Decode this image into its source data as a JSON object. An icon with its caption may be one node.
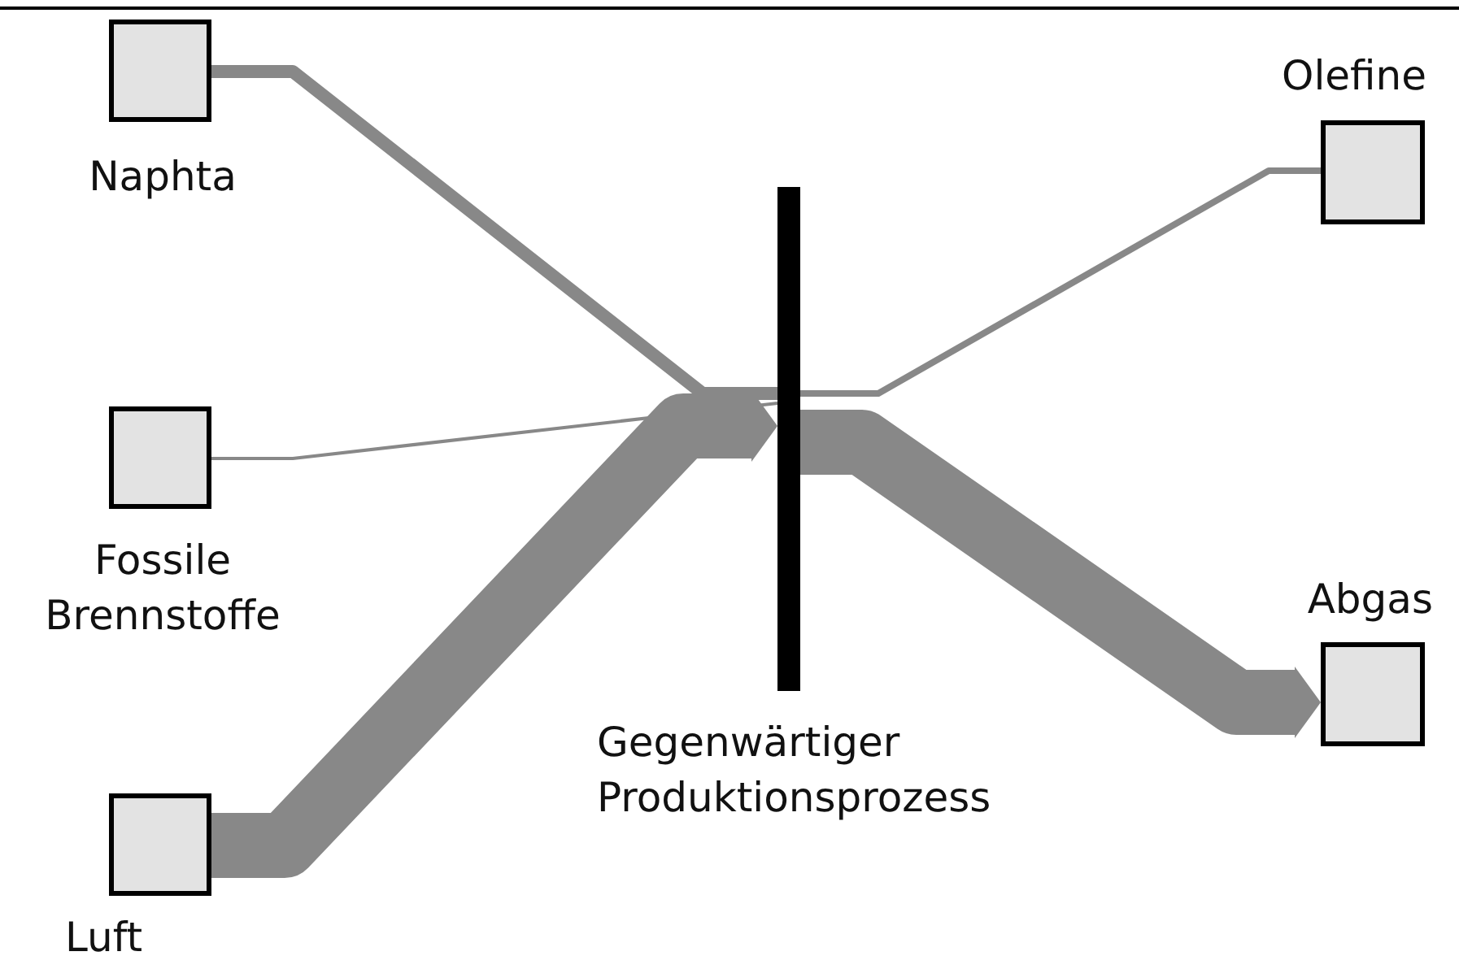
{
  "diagram": {
    "nodes": [
      {
        "text": [
          "Naphta"
        ]
      },
      {
        "text": [
          "Fossile Brennstoffe"
        ]
      },
      {
        "text": [
          "Luft"
        ]
      },
      {
        "text": [
          "Gegenwärtiger Produktionsprozess"
        ]
      },
      {
        "text": [
          "Olefine"
        ]
      },
      {
        "text": [
          "Abgas"
        ]
      }
    ],
    "edges": [
      {
        "from": 0,
        "to": 3,
        "arrow": "none"
      },
      {
        "from": 1,
        "to": 3,
        "arrow": "none"
      },
      {
        "from": 2,
        "to": 3,
        "arrow": "to",
        "style": "thick"
      },
      {
        "from": 3,
        "to": 4,
        "arrow": "none"
      },
      {
        "from": 3,
        "to": 5,
        "arrow": "to",
        "style": "thick"
      }
    ]
  }
}
